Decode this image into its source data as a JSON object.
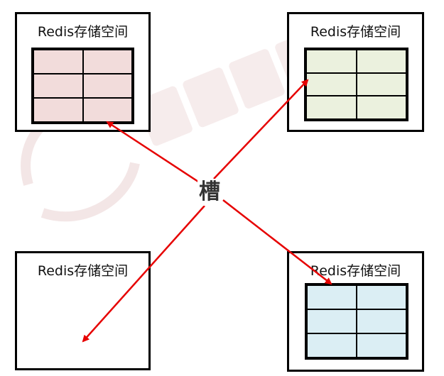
{
  "center_label": "槽",
  "nodes": [
    {
      "id": "top-left",
      "title": "Redis存储空间",
      "has_slots": true,
      "slot_color": "#f2dcdb"
    },
    {
      "id": "top-right",
      "title": "Redis存储空间",
      "has_slots": true,
      "slot_color": "#ebf1de"
    },
    {
      "id": "bottom-left",
      "title": "Redis存储空间",
      "has_slots": false,
      "slot_color": ""
    },
    {
      "id": "bottom-right",
      "title": "Redis存储空间",
      "has_slots": true,
      "slot_color": "#dbeef4"
    }
  ],
  "colors": {
    "arrow": "#e60000",
    "border": "#000000",
    "watermark": "#f3e3e3"
  }
}
